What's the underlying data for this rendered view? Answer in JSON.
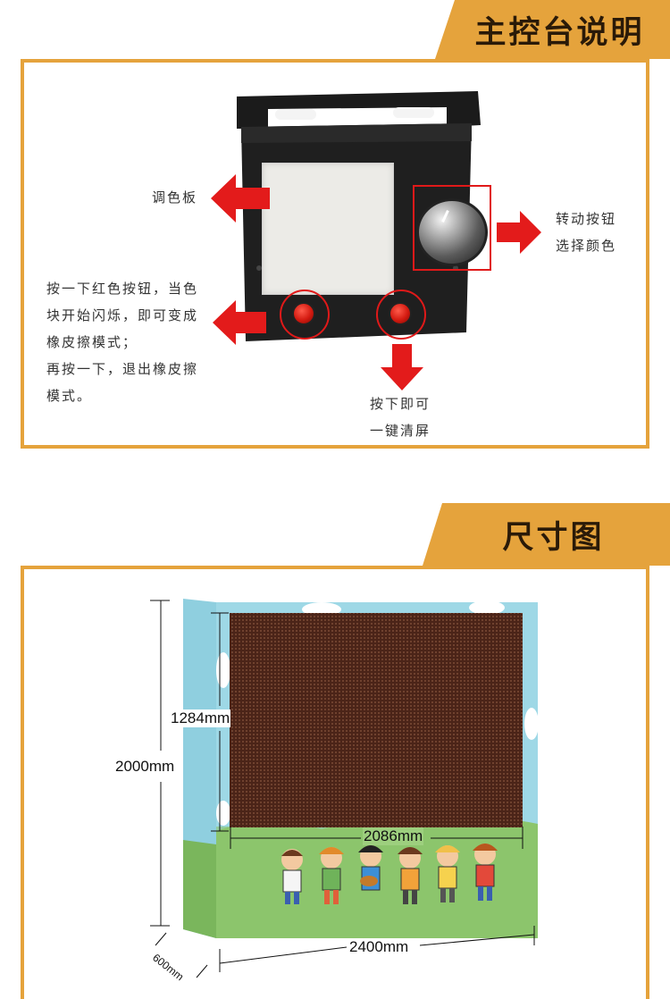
{
  "section1": {
    "title": "主控台说明",
    "palette_label": "调色板",
    "knob_label_line1": "转动按钮",
    "knob_label_line2": "选择颜色",
    "left_button_desc": [
      "按一下红色按钮，当色",
      "块开始闪烁，即可变成",
      "橡皮擦模式；",
      "再按一下，退出橡皮擦",
      "模式。"
    ],
    "right_button_line1": "按下即可",
    "right_button_line2": "一键清屏"
  },
  "section2": {
    "title": "尺寸图",
    "dims": {
      "screen_height": "1284mm",
      "total_height": "2000mm",
      "screen_width": "2086mm",
      "total_width": "2400mm",
      "depth": "600mm"
    }
  },
  "colors": {
    "accent": "#E5A33C",
    "arrow_red": "#E31B1B",
    "highlight_red": "#E01919",
    "board_sky": "#9ED8E6",
    "board_grass": "#8CC56C",
    "screen": "#5c2e1e"
  }
}
